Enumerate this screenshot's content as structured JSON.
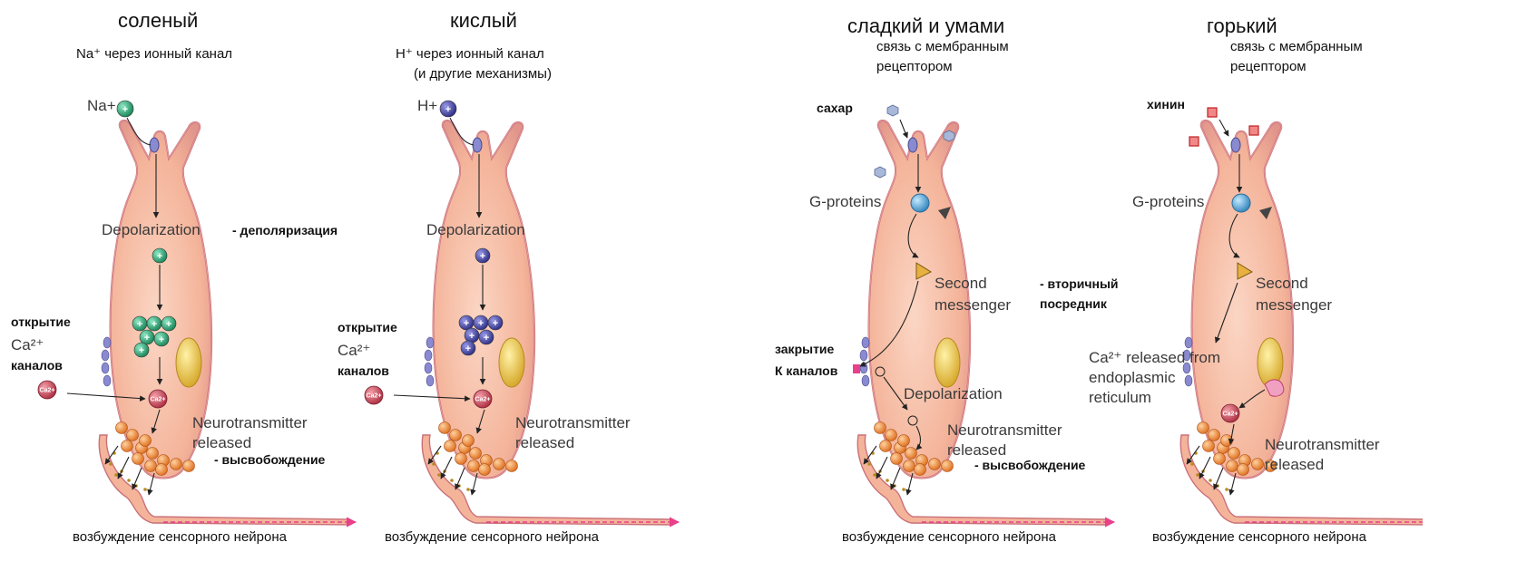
{
  "panels": [
    {
      "id": "salty",
      "title": "соленый",
      "subtitle": [
        "Na⁺ через ионный канал"
      ],
      "ion_label": "Na+",
      "depolarization": "Depolarization",
      "depolarization_ru": "- деполяризация",
      "channel_note": [
        "открытие",
        "Ca²⁺",
        "каналов"
      ],
      "release": [
        "Neurotransmitter",
        "released"
      ],
      "release_ru": "- высвобождение",
      "ca_ion": "Ca²⁺",
      "footer": "возбуждение сенсорного нейрона"
    },
    {
      "id": "sour",
      "title": "кислый",
      "subtitle": [
        "H⁺ через ионный канал",
        "(и другие механизмы)"
      ],
      "ion_label": "H+",
      "depolarization": "Depolarization",
      "channel_note": [
        "открытие",
        "Ca²⁺",
        "каналов"
      ],
      "release": [
        "Neurotransmitter",
        "released"
      ],
      "ca_ion": "Ca²⁺",
      "footer": "возбуждение сенсорного нейрона"
    },
    {
      "id": "sweet_umami",
      "title": "сладкий и умами",
      "subtitle": [
        "связь с мембранным",
        "рецептором"
      ],
      "ligand_label": "сахар",
      "g_proteins": "G-proteins",
      "second_messenger": [
        "Second",
        "messenger"
      ],
      "second_messenger_ru": [
        "- вторичный",
        "посредник"
      ],
      "channel_note": [
        "закрытие",
        "К каналов"
      ],
      "depolarization": "Depolarization",
      "release": [
        "Neurotransmitter",
        "released"
      ],
      "release_ru": "- высвобождение",
      "footer": "возбуждение сенсорного нейрона"
    },
    {
      "id": "bitter",
      "title": "горький",
      "subtitle": [
        "связь с мембранным",
        "рецептором"
      ],
      "ligand_label": "хинин",
      "g_proteins": "G-proteins",
      "second_messenger": [
        "Second",
        "messenger"
      ],
      "ca_release": [
        "Ca²⁺ released from",
        "endoplasmic",
        "reticulum"
      ],
      "ca_ion": "Ca²⁺",
      "release": [
        "Neurotransmitter",
        "released"
      ],
      "footer": "возбуждение сенсорного нейрона"
    }
  ],
  "colors": {
    "cell_fill": "#f4b49a",
    "cell_edge": "#c9707a",
    "na_ion": "#2aa87a",
    "h_ion": "#4a4aa8",
    "ca_ion": "#c84a5a",
    "vesicle": "#f08c3a",
    "nucleus": "#e8c040",
    "g_protein": "#5aaad8",
    "axon": "#e87ab0",
    "channel": "#8a8ad0"
  }
}
